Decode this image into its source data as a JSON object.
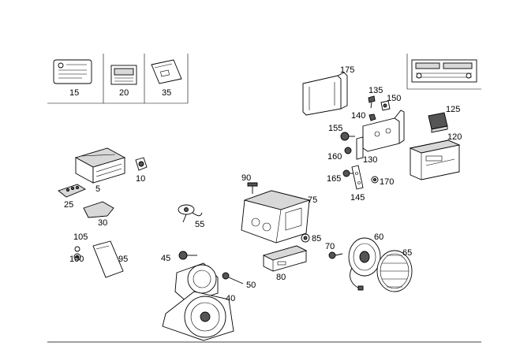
{
  "callouts": {
    "c15": "15",
    "c20": "20",
    "c35": "35",
    "c175": "175",
    "c135": "135",
    "c150": "150",
    "c140": "140",
    "c125": "125",
    "c155": "155",
    "c120": "120",
    "c160": "160",
    "c130": "130",
    "c165": "165",
    "c170": "170",
    "c145": "145",
    "c5": "5",
    "c10": "10",
    "c90": "90",
    "c75": "75",
    "c25": "25",
    "c30": "30",
    "c55": "55",
    "c105": "105",
    "c100": "100",
    "c95": "95",
    "c85": "85",
    "c70": "70",
    "c60": "60",
    "c65": "65",
    "c45": "45",
    "c80": "80",
    "c50": "50",
    "c40": "40"
  },
  "colors": {
    "line": "#000000",
    "fill": "#ffffff",
    "shade": "#d8d8d8",
    "dark": "#555555"
  }
}
